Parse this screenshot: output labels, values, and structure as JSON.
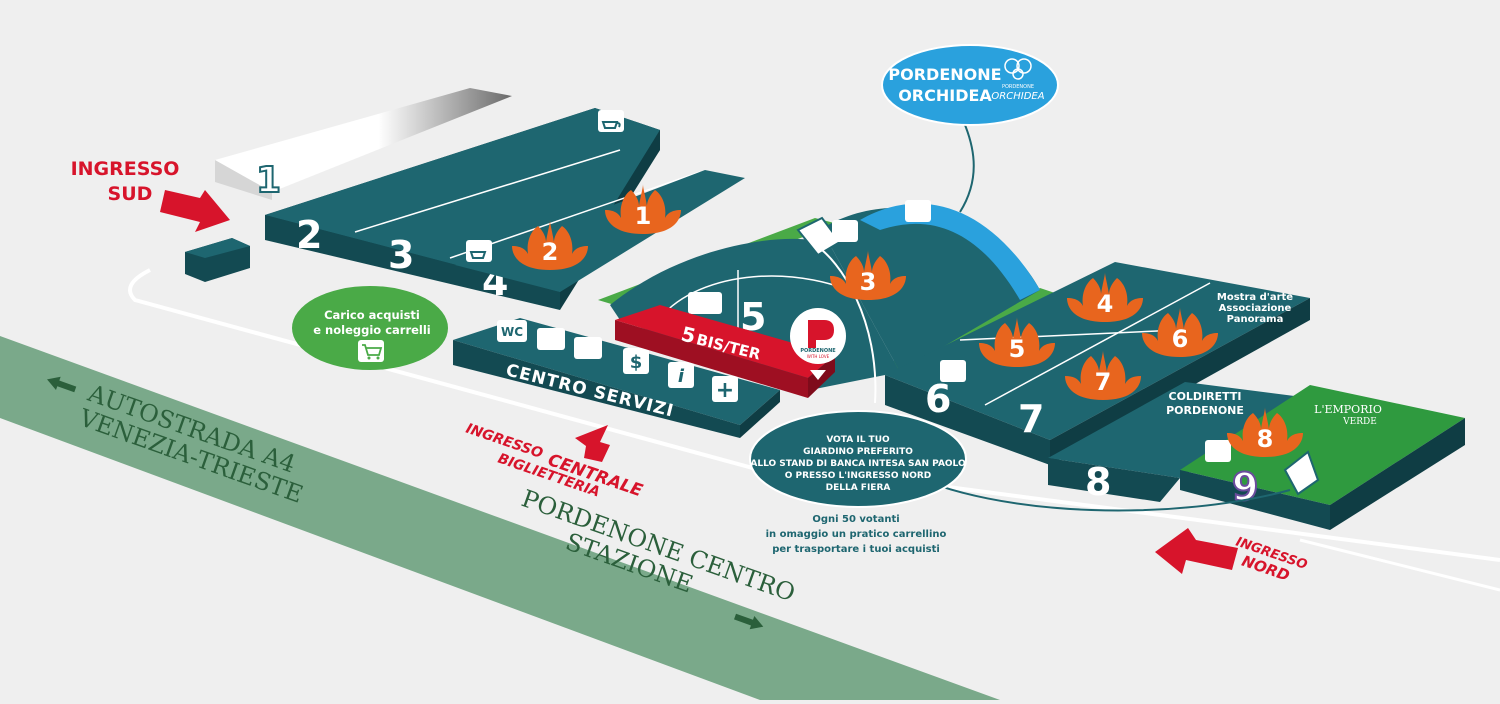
{
  "colors": {
    "background": "#efefef",
    "hall_top": "#1e6670",
    "hall_side": "#134a52",
    "lotus": "#e8651e",
    "road": "#7aa98a",
    "road_text": "#2b5f3b",
    "red": "#d7142b",
    "services_red": "#b3132a",
    "green_circle": "#4aaa47",
    "orchid_blue": "#2aa1dd",
    "emporio_green": "#2f9a3f"
  },
  "entrances": {
    "south": [
      "INGRESSO",
      "SUD"
    ],
    "central_line1": "INGRESSO",
    "central_word": "CENTRALE",
    "central_line2": "BIGLIETTERIA",
    "north_line1": "INGRESSO",
    "north_line2": "NORD"
  },
  "roads": {
    "autostrada": [
      "AUTOSTRADA A4",
      "VENEZIA-TRIESTE"
    ],
    "pordenone": [
      "PORDENONE CENTRO",
      "STAZIONE"
    ]
  },
  "halls": {
    "h1": "1",
    "h2": "2",
    "h3": "3",
    "h4": "4",
    "h5": "5",
    "h6": "6",
    "h7": "7",
    "h8": "8",
    "h9": "9",
    "h5bis": "5",
    "h5bis_suffix": "BIS/TER"
  },
  "lotus_markers": [
    "1",
    "2",
    "3",
    "4",
    "5",
    "6",
    "7",
    "8"
  ],
  "centro_servizi": {
    "label": "CENTRO SERVIZI",
    "wc": "WC",
    "icons": [
      "shower-icon",
      "coffee-icon",
      "dollar-icon",
      "info-icon",
      "first-aid-icon"
    ],
    "dollar": "$",
    "info": "i",
    "plus": "+"
  },
  "carico": {
    "line1": "Carico acquisti",
    "line2": "e noleggio carrelli",
    "icon": "cart-icon"
  },
  "orchidea": {
    "line1": "PORDENONE",
    "line2": "ORCHIDEA",
    "logo_small": "PORDENONE",
    "logo_big": "ORCHIDEA"
  },
  "panorama": [
    "Mostra d'arte",
    "Associazione",
    "Panorama"
  ],
  "coldiretti": [
    "COLDIRETTI",
    "PORDENONE"
  ],
  "emporio": {
    "line1": "L'EMPORIO",
    "line2": "VERDE"
  },
  "pwl_logo": {
    "line1": "PORDENONE",
    "line2": "WITH LOVE"
  },
  "vote_bubble": [
    "VOTA IL TUO",
    "GIARDINO PREFERITO",
    "ALLO STAND DI BANCA INTESA SAN PAOLO",
    "O PRESSO L'INGRESSO NORD",
    "DELLA FIERA"
  ],
  "vote_note": [
    "Ogni 50 votanti",
    "in omaggio un pratico carrellino",
    "per trasportare i tuoi acquisti"
  ]
}
